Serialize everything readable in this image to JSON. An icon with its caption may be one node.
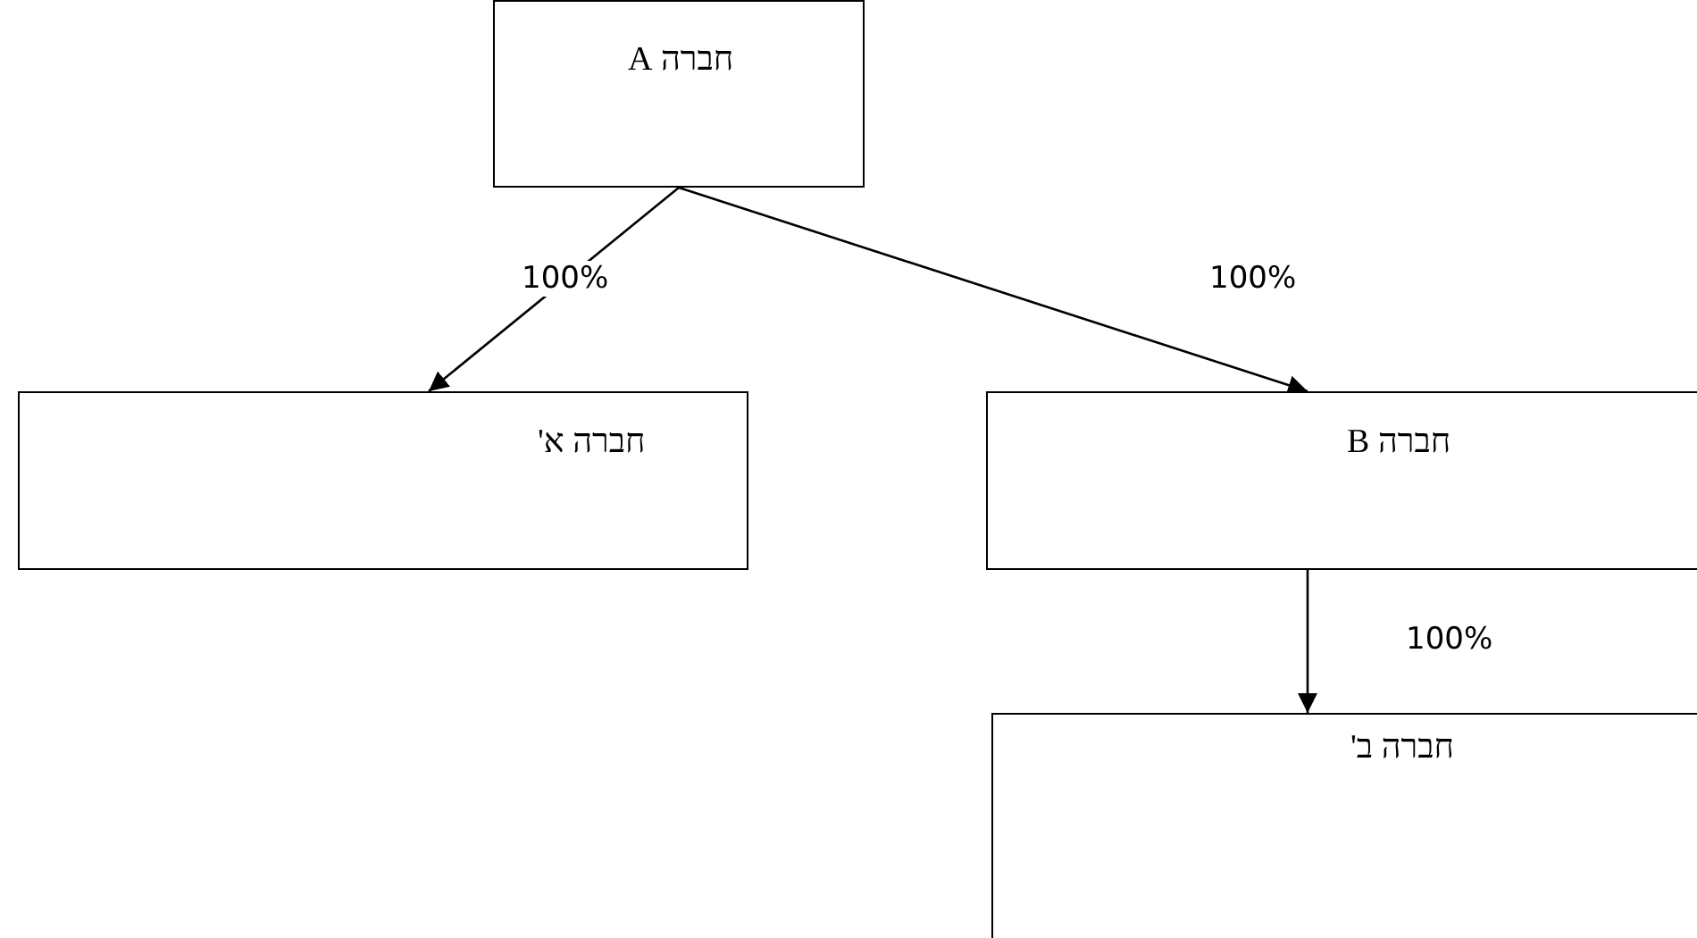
{
  "diagram": {
    "nodes": [
      {
        "text": [
          "חברה A"
        ]
      },
      {
        "text": [
          "חברה א'"
        ]
      },
      {
        "text": [
          "חברה B"
        ]
      },
      {
        "text": [
          "חברה ב'"
        ]
      }
    ],
    "edges": [
      {
        "from": 0,
        "to": 1,
        "arrow": "to",
        "label": "100%"
      },
      {
        "from": 0,
        "to": 2,
        "arrow": "to",
        "label": "100%"
      },
      {
        "from": 2,
        "to": 3,
        "arrow": "to",
        "label": "100%"
      }
    ]
  }
}
